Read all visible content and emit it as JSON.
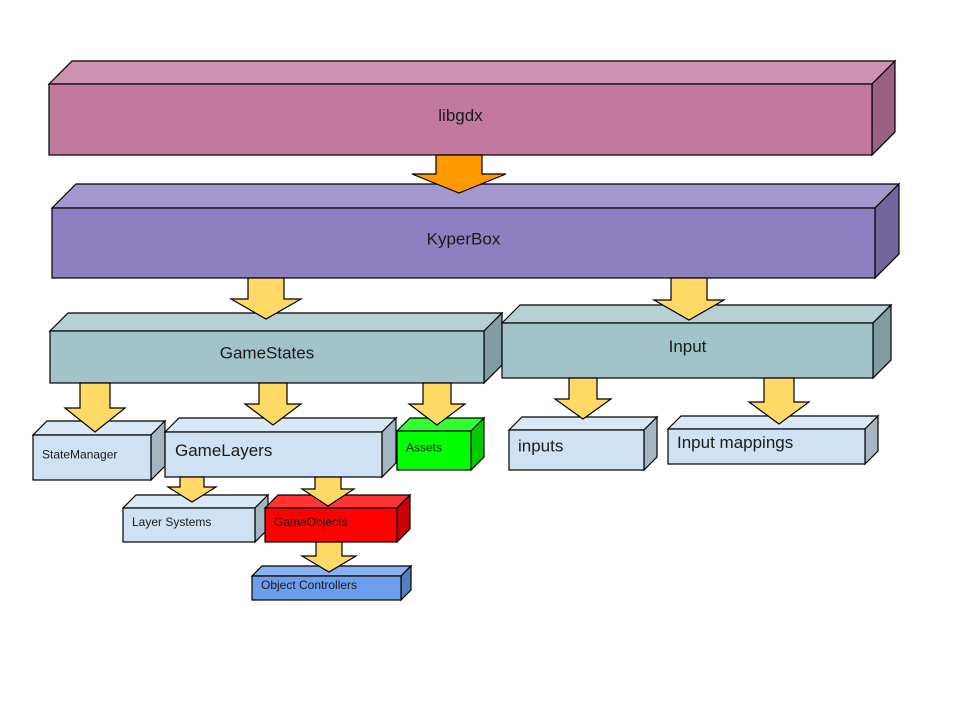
{
  "diagram": {
    "title": "KyperBox architecture",
    "blocks": [
      {
        "id": "libgdx",
        "label": "libgdx",
        "color": "#c17a9e",
        "top_color": "#cd94b1",
        "side_color": "#9a6280"
      },
      {
        "id": "kyperbox",
        "label": "KyperBox",
        "color": "#8e7fc1",
        "top_color": "#a497cd",
        "side_color": "#72669c"
      },
      {
        "id": "gamestates",
        "label": "GameStates",
        "color": "#a2c4c9",
        "top_color": "#b6d0d4",
        "side_color": "#829d a1"
      },
      {
        "id": "input",
        "label": "Input",
        "color": "#a2c4c9",
        "top_color": "#b6d0d4",
        "side_color": "#829da1"
      },
      {
        "id": "statemanager",
        "label": "StateManager",
        "color": "#cfe2f3",
        "top_color": "#d9e8f5",
        "side_color": "#a5b5c2"
      },
      {
        "id": "gamelayers",
        "label": "GameLayers",
        "color": "#cfe2f3",
        "top_color": "#d9e8f5",
        "side_color": "#a5b5c2"
      },
      {
        "id": "assets",
        "label": "Assets",
        "color": "#00ff00",
        "top_color": "#33ff33",
        "side_color": "#00cc00"
      },
      {
        "id": "inputs",
        "label": "inputs",
        "color": "#cfe2f3",
        "top_color": "#d9e8f5",
        "side_color": "#a5b5c2"
      },
      {
        "id": "inputmappings",
        "label": "Input mappings",
        "color": "#cfe2f3",
        "top_color": "#d9e8f5",
        "side_color": "#a5b5c2"
      },
      {
        "id": "layersystems",
        "label": "Layer Systems",
        "color": "#cfe2f3",
        "top_color": "#d9e8f5",
        "side_color": "#a5b5c2"
      },
      {
        "id": "gameobjects",
        "label": "GameObjects",
        "color": "#ff0000",
        "top_color": "#ff3333",
        "side_color": "#cc0000"
      },
      {
        "id": "objectcontrollers",
        "label": "Object Controllers",
        "color": "#6d9eeb",
        "top_color": "#8ab1ef",
        "side_color": "#577ebc"
      }
    ],
    "arrows": [
      {
        "id": "libgdx-to-kyperbox",
        "from": "libgdx",
        "to": "kyperbox",
        "color": "#ff9900"
      },
      {
        "id": "kyperbox-to-gamestates",
        "from": "kyperbox",
        "to": "gamestates",
        "color": "#ffd966"
      },
      {
        "id": "kyperbox-to-input",
        "from": "kyperbox",
        "to": "input",
        "color": "#ffd966"
      },
      {
        "id": "gamestates-to-statemanager",
        "from": "gamestates",
        "to": "statemanager",
        "color": "#ffd966"
      },
      {
        "id": "gamestates-to-gamelayers",
        "from": "gamestates",
        "to": "gamelayers",
        "color": "#ffd966"
      },
      {
        "id": "gamestates-to-assets",
        "from": "gamestates",
        "to": "assets",
        "color": "#ffd966"
      },
      {
        "id": "input-to-inputs",
        "from": "input",
        "to": "inputs",
        "color": "#ffd966"
      },
      {
        "id": "input-to-inputmappings",
        "from": "input",
        "to": "inputmappings",
        "color": "#ffd966"
      },
      {
        "id": "gamelayers-to-layersystems",
        "from": "gamelayers",
        "to": "layersystems",
        "color": "#ffd966"
      },
      {
        "id": "gamelayers-to-gameobjects",
        "from": "gamelayers",
        "to": "gameobjects",
        "color": "#ffd966"
      },
      {
        "id": "gameobjects-to-objectcontrollers",
        "from": "gameobjects",
        "to": "objectcontrollers",
        "color": "#ffd966"
      }
    ]
  }
}
